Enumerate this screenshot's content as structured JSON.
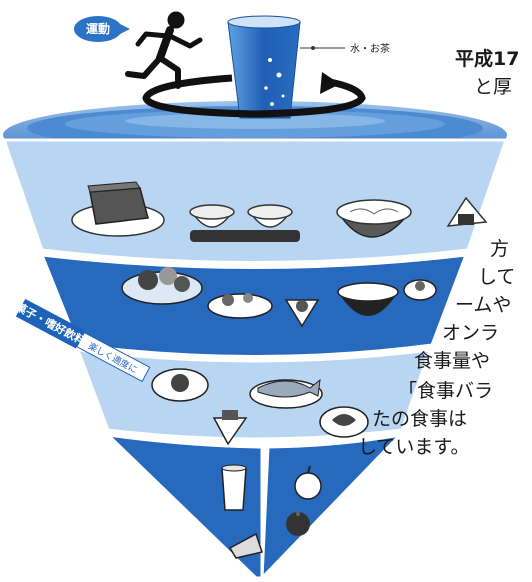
{
  "labels": {
    "exercise": "運動",
    "water_tea": "水・お茶",
    "snacks_title": "菓子・嗜好飲料",
    "snacks_sub": "楽しく適度に"
  },
  "side_text": {
    "line1": "平成17",
    "line2": "と厚",
    "line3": "方",
    "line4": "して",
    "line5": "ームや",
    "line6": "オンラ",
    "line7": "食事量や",
    "line8": "「食事バラ",
    "line9": "たの食事は",
    "line10": "しています。"
  },
  "colors": {
    "light_blue": "#b8d6f1",
    "mid_blue": "#3f7fcc",
    "dark_blue": "#1e63b8",
    "rim_top": "#eaf3fb",
    "outline": "#ffffff"
  },
  "icons": [
    "runner-icon",
    "water-glass-icon",
    "rotation-arrow-icon",
    "chocolate-cake-icon",
    "rice-bowl-icon",
    "noodle-bowl-icon",
    "onigiri-icon",
    "vegetable-bowl-icon",
    "salad-icon",
    "soup-bowl-icon",
    "fried-egg-icon",
    "grilled-fish-icon",
    "tofu-icon",
    "milk-glass-icon",
    "cheese-icon",
    "apple-icon",
    "orange-icon"
  ]
}
